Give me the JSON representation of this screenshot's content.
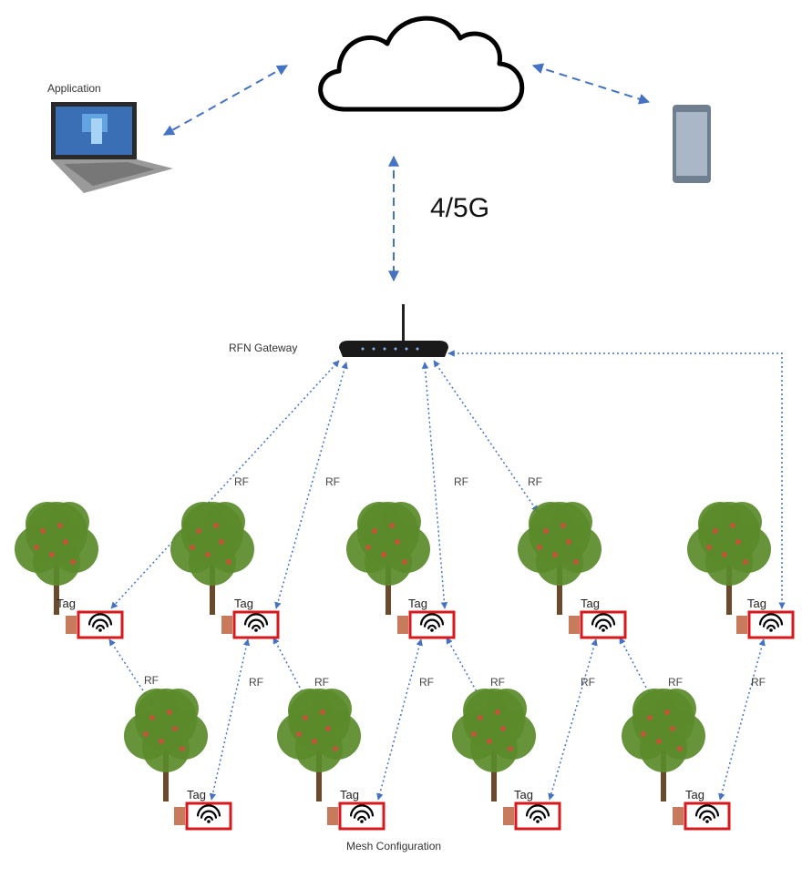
{
  "labels": {
    "application": "Application",
    "network": "4/5G",
    "gateway": "RFN Gateway",
    "mesh": "Mesh Configuration",
    "rf": "RF",
    "tag": "Tag"
  },
  "colors": {
    "arrow": "#4472c4",
    "tag_border": "#d7191c",
    "tree_foliage": "#5a8a2a",
    "trunk": "#6b4a2b"
  },
  "icons": [
    "cloud-icon",
    "laptop-icon",
    "phone-icon",
    "router-icon",
    "tree-icon",
    "wifi-icon"
  ]
}
